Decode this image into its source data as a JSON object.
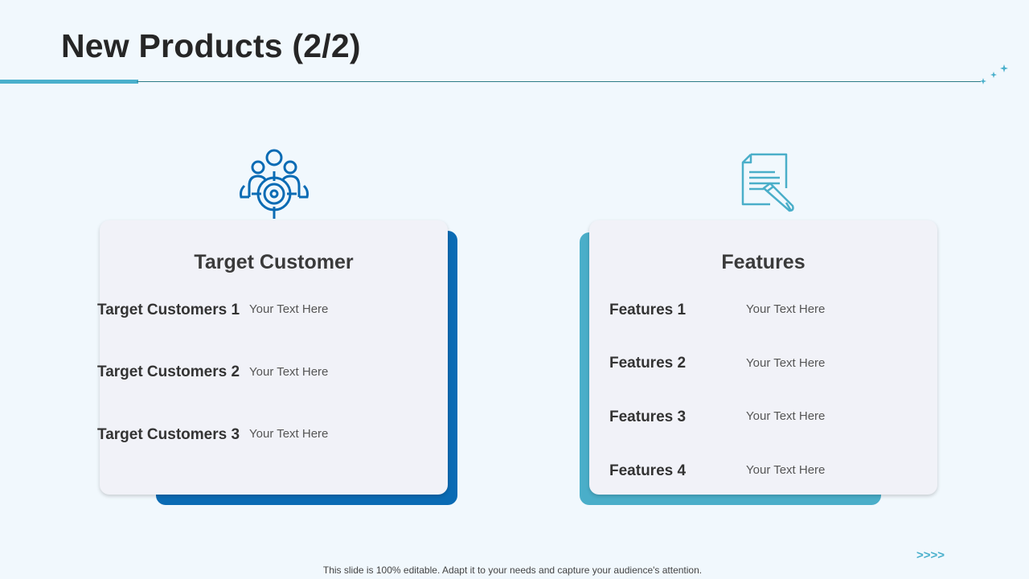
{
  "slide": {
    "title": "New Products (2/2)",
    "footer": "This slide is 100% editable. Adapt it to your needs and capture your audience's attention.",
    "nav_chevrons": ">>>>"
  },
  "colors": {
    "accent_dark_blue": "#0a6bb4",
    "accent_light_blue": "#4aaec9",
    "background": "#f1f8fd",
    "card": "#f1f2f8"
  },
  "cards": {
    "target": {
      "icon": "target-audience-icon",
      "title": "Target Customer",
      "rows": [
        {
          "label": "Target Customers 1",
          "text": "Your Text Here"
        },
        {
          "label": "Target Customers 2",
          "text": "Your Text Here"
        },
        {
          "label": "Target Customers 3",
          "text": "Your Text Here"
        }
      ]
    },
    "features": {
      "icon": "document-pencil-icon",
      "title": "Features",
      "rows": [
        {
          "label": "Features 1",
          "text": "Your Text Here"
        },
        {
          "label": "Features 2",
          "text": "Your Text Here"
        },
        {
          "label": "Features 3",
          "text": "Your Text Here"
        },
        {
          "label": "Features 4",
          "text": "Your Text Here"
        }
      ]
    }
  }
}
